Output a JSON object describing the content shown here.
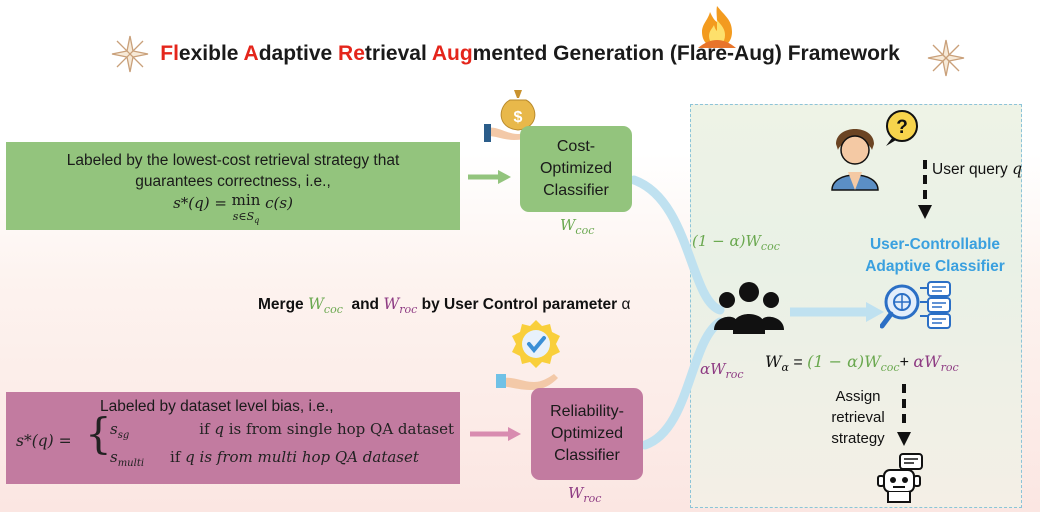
{
  "title": {
    "parts": [
      {
        "text": "Fl",
        "style": "red"
      },
      {
        "text": "exible ",
        "style": "black"
      },
      {
        "text": "A",
        "style": "red"
      },
      {
        "text": "daptive ",
        "style": "black"
      },
      {
        "text": "Re",
        "style": "red"
      },
      {
        "text": "trieval ",
        "style": "black"
      },
      {
        "text": "Aug",
        "style": "red"
      },
      {
        "text": "mented Generation (Flare-Aug) Framework",
        "style": "black"
      }
    ]
  },
  "green_band": {
    "line1": "Labeled by the lowest-cost retrieval strategy that",
    "line2": "guarantees correctness, i.e.,",
    "formula_lhs": "s*(q) = ",
    "formula_min": "min",
    "formula_sub": "s∈S",
    "formula_subsub": "q",
    "formula_rhs": " c(s)"
  },
  "magenta_band": {
    "line1": "Labeled by dataset level  bias, i.e.,",
    "formula_lhs": "s*(q) =",
    "case1_var": "s",
    "case1_sub": "sg",
    "case1_cond_prefix": "if ",
    "case1_cond_var": "q",
    "case1_cond_rest": " is from single hop QA dataset",
    "case2_var": "s",
    "case2_sub": "multi",
    "case2_cond_prefix": "if ",
    "case2_cond_rest": "q is from multi hop QA dataset"
  },
  "coc": {
    "box_line1": "Cost-",
    "box_line2": "Optimized",
    "box_line3": "Classifier",
    "weight_var": "W",
    "weight_sub": "coc"
  },
  "roc": {
    "box_line1": "Reliability-",
    "box_line2": "Optimized",
    "box_line3": "Classifier",
    "weight_var": "W",
    "weight_sub": "roc"
  },
  "merge": {
    "prefix": "Merge ",
    "w1": "W",
    "w1_sub": "coc",
    "and": "  and ",
    "w2": "W",
    "w2_sub": "roc",
    "suffix": " by User Control parameter ",
    "alpha": "α"
  },
  "upper_weight_label": {
    "text": "(1 − α)W",
    "sub": "coc"
  },
  "lower_weight_label": {
    "text": "αW",
    "sub": "roc"
  },
  "user_query_label": {
    "text": "User query ",
    "var": "q"
  },
  "ucac": {
    "line1": "User-Controllable",
    "line2": "Adaptive Classifier"
  },
  "formula_w": {
    "lhs": "W",
    "lhs_sub": "α",
    "eq": " = ",
    "mid": "(1 − α)W",
    "mid_sub": "coc",
    "plus": "+ ",
    "rhs": "αW",
    "rhs_sub": "roc"
  },
  "assign": {
    "line1": "Assign",
    "line2": "retrieval",
    "line3": "strategy"
  },
  "icons": {
    "sparkle-left": "sparkle-icon",
    "sparkle-right": "sparkle-icon",
    "flame": "flame-icon",
    "money": "money-bag-hand-icon",
    "badge": "checkmark-badge-hand-icon",
    "user": "user-question-icon",
    "group": "group-icon",
    "classifier": "search-list-icon",
    "robot": "robot-icon"
  },
  "colors": {
    "green": "#93c47d",
    "green_text": "#6aa84f",
    "magenta": "#c27ba0",
    "magenta_text": "#8e3b83",
    "blue_text": "#3aa0df",
    "title_red": "#e4251b",
    "flow_blue": "#bfe1f0"
  }
}
